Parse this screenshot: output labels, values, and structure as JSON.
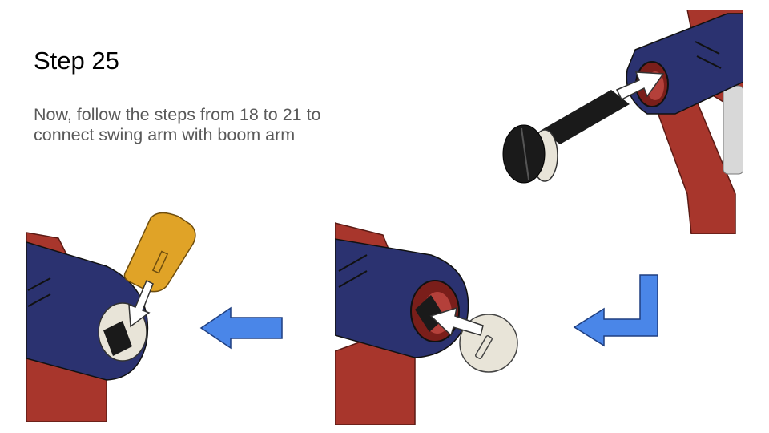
{
  "slide": {
    "title": "Step 25",
    "body": "Now, follow the steps from 18 to 21 to connect swing arm with boom arm"
  },
  "colors": {
    "arm_blue": "#2b3270",
    "arm_red": "#a8362c",
    "arrow_blue": "#4a86e8",
    "cap_cream": "#e8e4d8",
    "clip_orange": "#e0a327",
    "pin_black": "#1a1a1a"
  },
  "panels": [
    {
      "name": "screw-insert",
      "icons": [
        "swing-arm",
        "screw",
        "insert-arrow"
      ]
    },
    {
      "name": "cap-insert",
      "icons": [
        "swing-arm",
        "cap-disc",
        "insert-arrow"
      ]
    },
    {
      "name": "clip-insert",
      "icons": [
        "swing-arm",
        "clip",
        "insert-arrow"
      ]
    }
  ],
  "flow_arrows": [
    "curved-left-arrow",
    "left-arrow"
  ]
}
